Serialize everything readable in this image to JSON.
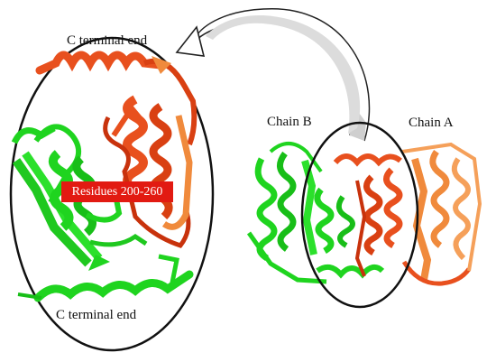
{
  "labels": {
    "c_terminal_top": "C terminal end",
    "c_terminal_bottom": "C terminal end",
    "chain_b": "Chain B",
    "chain_a": "Chain A",
    "residues": "Residues 200-260"
  },
  "colors": {
    "chain_b": "#1fd41f",
    "chain_a": "#e8501e",
    "chain_a_light": "#f08a3c",
    "residue_box": "#e21a12",
    "arrow_fill": "#cfcfcf",
    "outline": "#111111"
  }
}
